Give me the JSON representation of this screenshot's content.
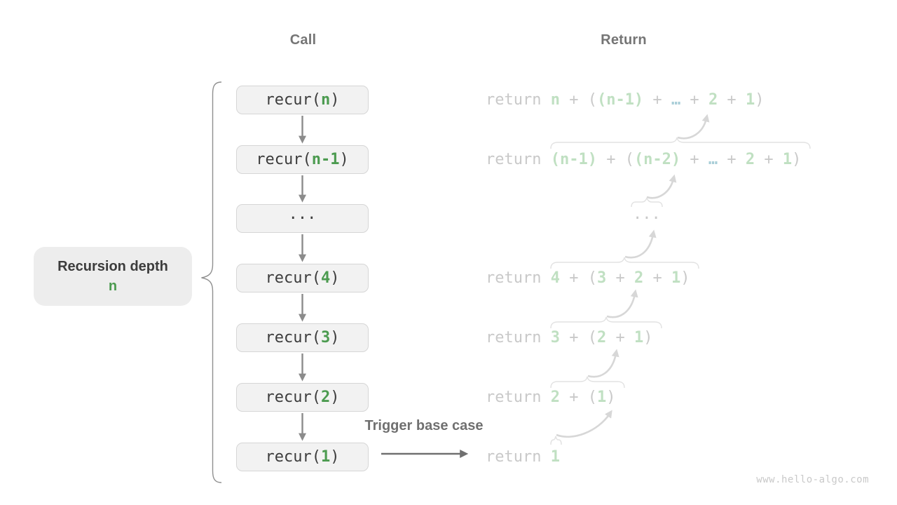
{
  "headers": {
    "call": "Call",
    "return": "Return"
  },
  "left_label": {
    "title": "Recursion depth",
    "value": "n"
  },
  "trigger": {
    "label": "Trigger base case"
  },
  "watermark": "www.hello-algo.com",
  "colors": {
    "green": "#4c9b50",
    "light_green": "#c0e0c2",
    "teal": "#a9ced8",
    "dark_text": "#3c3c3c",
    "gray_head": "#757575",
    "ret_gray": "#c9c9c9",
    "box_bg": "#f2f2f2",
    "box_border": "#d6d6d6",
    "arrow": "#8b8b8b",
    "dark_arrow": "#707070",
    "light_arrow": "#d7d7d7",
    "brace_light": "#e2e2e2",
    "brace": "#909090",
    "label_bg": "#ededed",
    "watermark_col": "#c9c9c9"
  },
  "call_boxes": [
    {
      "label": "recur(n)",
      "tokens": [
        [
          "recur(",
          "code"
        ],
        [
          "n",
          "arg"
        ],
        [
          ")",
          "code"
        ]
      ]
    },
    {
      "label": "recur(n-1)",
      "tokens": [
        [
          "recur(",
          "code"
        ],
        [
          "n-1",
          "arg"
        ],
        [
          ")",
          "code"
        ]
      ]
    },
    {
      "label": "...",
      "tokens": [
        [
          "...",
          "code"
        ]
      ]
    },
    {
      "label": "recur(4)",
      "tokens": [
        [
          "recur(",
          "code"
        ],
        [
          "4",
          "arg"
        ],
        [
          ")",
          "code"
        ]
      ]
    },
    {
      "label": "recur(3)",
      "tokens": [
        [
          "recur(",
          "code"
        ],
        [
          "3",
          "arg"
        ],
        [
          ")",
          "code"
        ]
      ]
    },
    {
      "label": "recur(2)",
      "tokens": [
        [
          "recur(",
          "code"
        ],
        [
          "2",
          "arg"
        ],
        [
          ")",
          "code"
        ]
      ]
    },
    {
      "label": "recur(1)",
      "tokens": [
        [
          "recur(",
          "code"
        ],
        [
          "1",
          "arg"
        ],
        [
          ")",
          "code"
        ]
      ]
    }
  ],
  "return_lines": [
    {
      "label": "return n + ((n-1) + … + 2 + 1)",
      "tokens": [
        [
          "return ",
          "kw"
        ],
        [
          "n",
          "val"
        ],
        [
          " + (",
          "kw"
        ],
        [
          "(n-1)",
          "val"
        ],
        [
          " + ",
          "kw"
        ],
        [
          "…",
          "dots"
        ],
        [
          " + ",
          "kw"
        ],
        [
          "2",
          "val"
        ],
        [
          " + ",
          "kw"
        ],
        [
          "1",
          "val"
        ],
        [
          ")",
          "kw"
        ]
      ]
    },
    {
      "label": "return (n-1) + ((n-2) + … + 2 + 1)",
      "tokens": [
        [
          "return ",
          "kw"
        ],
        [
          "(n-1)",
          "val"
        ],
        [
          " + (",
          "kw"
        ],
        [
          "(n-2)",
          "val"
        ],
        [
          " + ",
          "kw"
        ],
        [
          "…",
          "dots"
        ],
        [
          " + ",
          "kw"
        ],
        [
          "2",
          "val"
        ],
        [
          " + ",
          "kw"
        ],
        [
          "1",
          "val"
        ],
        [
          ")",
          "kw"
        ]
      ]
    },
    {
      "label": "...",
      "tokens": [
        [
          "...",
          "kw"
        ]
      ]
    },
    {
      "label": "return 4 + (3 + 2 + 1)",
      "tokens": [
        [
          "return ",
          "kw"
        ],
        [
          "4",
          "val"
        ],
        [
          " + (",
          "kw"
        ],
        [
          "3",
          "val"
        ],
        [
          " + ",
          "kw"
        ],
        [
          "2",
          "val"
        ],
        [
          " + ",
          "kw"
        ],
        [
          "1",
          "val"
        ],
        [
          ")",
          "kw"
        ]
      ]
    },
    {
      "label": "return 3 + (2 + 1)",
      "tokens": [
        [
          "return ",
          "kw"
        ],
        [
          "3",
          "val"
        ],
        [
          " + (",
          "kw"
        ],
        [
          "2",
          "val"
        ],
        [
          " + ",
          "kw"
        ],
        [
          "1",
          "val"
        ],
        [
          ")",
          "kw"
        ]
      ]
    },
    {
      "label": "return 2 + (1)",
      "tokens": [
        [
          "return ",
          "kw"
        ],
        [
          "2",
          "val"
        ],
        [
          " + (",
          "kw"
        ],
        [
          "1",
          "val"
        ],
        [
          ")",
          "kw"
        ]
      ]
    },
    {
      "label": "return 1",
      "tokens": [
        [
          "return ",
          "kw"
        ],
        [
          "1",
          "val"
        ]
      ]
    }
  ]
}
